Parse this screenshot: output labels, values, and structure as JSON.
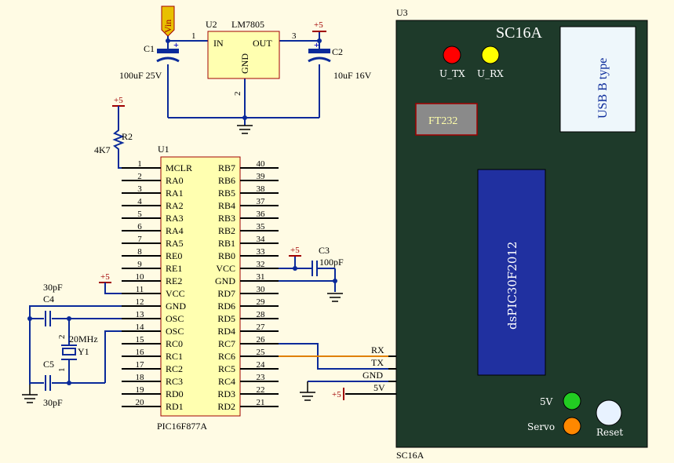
{
  "u2": {
    "ref": "U2",
    "part": "LM7805",
    "in": "IN",
    "out": "OUT",
    "gnd": "GND",
    "pin1": "1",
    "pin2": "2",
    "pin3": "3"
  },
  "vin": "Vin",
  "c1": {
    "ref": "C1",
    "value": "100uF 25V",
    "plus": "+"
  },
  "c2": {
    "ref": "C2",
    "value": "10uF 16V",
    "plus": "+"
  },
  "p5": "+5",
  "r2": {
    "ref": "R2",
    "value": "4K7"
  },
  "u1": {
    "ref": "U1",
    "part": "PIC16F877A",
    "left": [
      [
        "1",
        "MCLR"
      ],
      [
        "2",
        "RA0"
      ],
      [
        "3",
        "RA1"
      ],
      [
        "4",
        "RA2"
      ],
      [
        "5",
        "RA3"
      ],
      [
        "6",
        "RA4"
      ],
      [
        "7",
        "RA5"
      ],
      [
        "8",
        "RE0"
      ],
      [
        "9",
        "RE1"
      ],
      [
        "10",
        "RE2"
      ],
      [
        "11",
        "VCC"
      ],
      [
        "12",
        "GND"
      ],
      [
        "13",
        "OSC"
      ],
      [
        "14",
        "OSC"
      ],
      [
        "15",
        "RC0"
      ],
      [
        "16",
        "RC1"
      ],
      [
        "17",
        "RC2"
      ],
      [
        "18",
        "RC3"
      ],
      [
        "19",
        "RD0"
      ],
      [
        "20",
        "RD1"
      ]
    ],
    "right": [
      [
        "40",
        "RB7"
      ],
      [
        "39",
        "RB6"
      ],
      [
        "38",
        "RB5"
      ],
      [
        "37",
        "RB4"
      ],
      [
        "36",
        "RB3"
      ],
      [
        "35",
        "RB2"
      ],
      [
        "34",
        "RB1"
      ],
      [
        "33",
        "RB0"
      ],
      [
        "32",
        "VCC"
      ],
      [
        "31",
        "GND"
      ],
      [
        "30",
        "RD7"
      ],
      [
        "29",
        "RD6"
      ],
      [
        "28",
        "RD5"
      ],
      [
        "27",
        "RD4"
      ],
      [
        "26",
        "RC7"
      ],
      [
        "25",
        "RC6"
      ],
      [
        "24",
        "RC5"
      ],
      [
        "23",
        "RC4"
      ],
      [
        "22",
        "RD3"
      ],
      [
        "21",
        "RD2"
      ]
    ]
  },
  "c3": {
    "ref": "C3",
    "value": "100pF"
  },
  "c4": {
    "ref": "C4",
    "value": "30pF"
  },
  "c5": {
    "ref": "C5",
    "value": "30pF"
  },
  "y1": {
    "ref": "Y1",
    "value": "20MHz",
    "pin1": "1",
    "pin2": "2"
  },
  "u3": {
    "ref": "U3",
    "title": "SC16A",
    "footer": "SC16A",
    "usb": "USB B type",
    "ft232": "FT232",
    "mcu": "dsPIC30F2012",
    "u_tx": "U_TX",
    "u_rx": "U_RX",
    "led5v": "5V",
    "servo": "Servo",
    "reset": "Reset",
    "sig": {
      "rx": "RX",
      "tx": "TX",
      "gnd": "GND",
      "v5": "5V"
    }
  },
  "colors": {
    "board": "#1e3a2a",
    "led_red": "#ff0000",
    "led_yellow": "#ffff00",
    "led_green": "#22cc22",
    "led_orange": "#ff8800",
    "chip_fill": "#ffffb0",
    "chip_stroke": "#a00000",
    "wire": "#0a2a9a",
    "wire_orange": "#e08000",
    "mcu_fill": "#2030a0"
  }
}
